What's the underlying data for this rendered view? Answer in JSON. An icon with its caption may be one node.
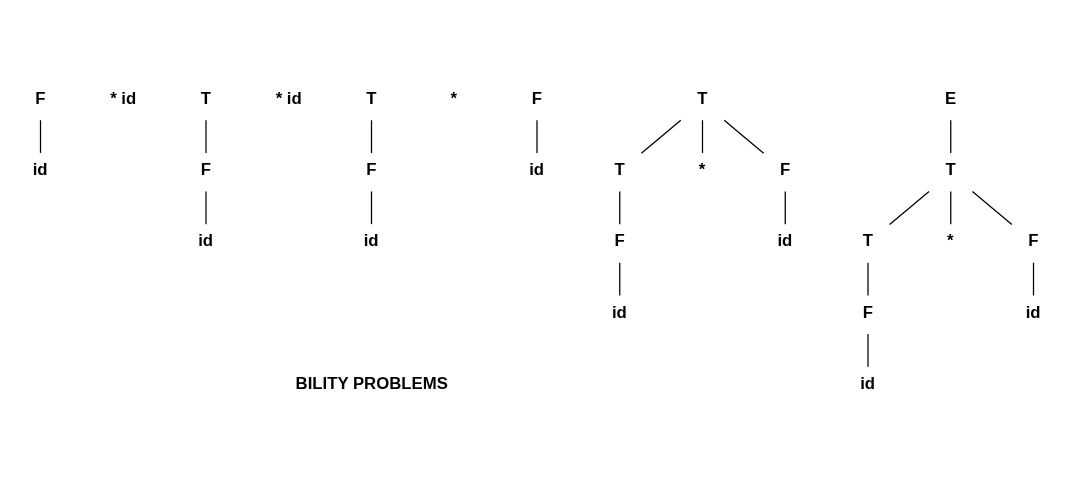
{
  "diagram": {
    "nodes": [
      {
        "text": [
          "F"
        ]
      },
      {
        "text": [
          "id"
        ]
      },
      {
        "text": [
          "T"
        ]
      },
      {
        "text": [
          "F"
        ]
      },
      {
        "text": [
          "id"
        ]
      },
      {
        "text": [
          "T"
        ]
      },
      {
        "text": [
          "F"
        ]
      },
      {
        "text": [
          "F"
        ]
      },
      {
        "text": [
          "id"
        ]
      },
      {
        "text": [
          "id"
        ]
      },
      {
        "text": [
          "T"
        ]
      },
      {
        "text": [
          "T"
        ]
      },
      {
        "text": [
          "*"
        ]
      },
      {
        "text": [
          "F"
        ]
      },
      {
        "text": [
          "F"
        ]
      },
      {
        "text": [
          "id"
        ]
      },
      {
        "text": [
          "id"
        ]
      },
      {
        "text": [
          "E"
        ]
      },
      {
        "text": [
          "T"
        ]
      },
      {
        "text": [
          "T"
        ]
      },
      {
        "text": [
          "*"
        ]
      },
      {
        "text": [
          "F"
        ]
      },
      {
        "text": [
          "F"
        ]
      },
      {
        "text": [
          "id"
        ]
      },
      {
        "text": [
          "id"
        ]
      }
    ],
    "edges": [
      {
        "from": 0,
        "to": 1,
        "arrow": "none"
      },
      {
        "from": 2,
        "to": 3,
        "arrow": "none"
      },
      {
        "from": 3,
        "to": 4,
        "arrow": "none"
      },
      {
        "from": 5,
        "to": 7,
        "arrow": "none"
      },
      {
        "from": 7,
        "to": 9,
        "arrow": "none"
      },
      {
        "from": 6,
        "to": 8,
        "arrow": "none"
      },
      {
        "from": 10,
        "to": 11,
        "arrow": "none"
      },
      {
        "from": 10,
        "to": 12,
        "arrow": "none"
      },
      {
        "from": 10,
        "to": 13,
        "arrow": "none"
      },
      {
        "from": 11,
        "to": 14,
        "arrow": "none"
      },
      {
        "from": 13,
        "to": 15,
        "arrow": "none"
      },
      {
        "from": 14,
        "to": 16,
        "arrow": "none"
      },
      {
        "from": 17,
        "to": 18,
        "arrow": "none"
      },
      {
        "from": 18,
        "to": 19,
        "arrow": "none"
      },
      {
        "from": 18,
        "to": 20,
        "arrow": "none"
      },
      {
        "from": 18,
        "to": 21,
        "arrow": "none"
      },
      {
        "from": 19,
        "to": 22,
        "arrow": "none"
      },
      {
        "from": 21,
        "to": 23,
        "arrow": "none"
      },
      {
        "from": 22,
        "to": 24,
        "arrow": "none"
      }
    ],
    "labels": [
      "* id",
      "* id",
      "*",
      "BILITY PROBLEMS"
    ]
  }
}
